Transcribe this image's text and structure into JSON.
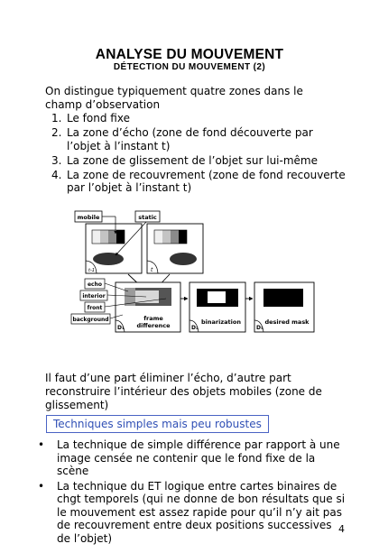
{
  "header": {
    "title": "ANALYSE DU MOUVEMENT",
    "subtitle": "DÉTECTION DU MOUVEMENT (2)"
  },
  "intro": "On distingue typiquement quatre zones dans le champ d’observation",
  "zones": [
    {
      "num": "1.",
      "text": "Le fond fixe"
    },
    {
      "num": "2.",
      "text": "La zone d’écho (zone de fond découverte par l’objet à l’instant t)"
    },
    {
      "num": "3.",
      "text": "La zone de glissement de l’objet sur lui-même"
    },
    {
      "num": "4.",
      "text": "La zone de recouvrement (zone de fond recouverte par l’objet à l’instant t)"
    }
  ],
  "diagram": {
    "labels": {
      "mobile": "mobile",
      "static": "static",
      "t_prev": "t-1",
      "t_curr": "t",
      "echo": "echo",
      "interior": "interior",
      "front": "front",
      "background": "background",
      "frame_difference_1": "frame",
      "frame_difference_2": "difference",
      "d1": "D₁",
      "d2": "D₂",
      "d3": "D₃",
      "binarization": "binarization",
      "desired_mask": "desired mask"
    }
  },
  "conclusion": "Il faut d’une part éliminer l’écho, d’autre part reconstruire l’intérieur des objets mobiles (zone de glissement)",
  "section_title": "Techniques simples mais peu robustes",
  "bullets": [
    {
      "marker": "•",
      "text": "La technique de simple différence par rapport à une image censée ne contenir que le fond fixe de la scène"
    },
    {
      "marker": "•",
      "text": "La technique du ET logique entre cartes binaires de chgt temporels (qui ne donne de bon résultats que si le mouvement est assez rapide pour qu’il n’y ait pas de recouvrement entre deux positions successives de l’objet)"
    }
  ],
  "page_number": "4"
}
